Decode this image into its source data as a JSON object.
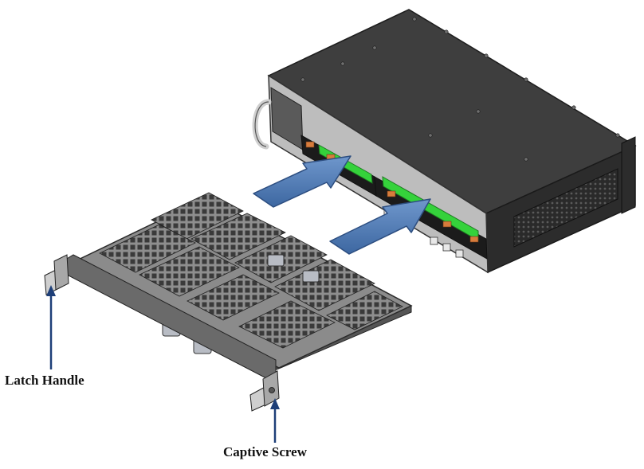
{
  "callouts": {
    "latch_handle": "Latch Handle",
    "captive_screw": "Captive Screw"
  },
  "colors": {
    "chassis_top": "#3b3b3b",
    "chassis_side": "#2b2b2b",
    "board_green": "#33d13a",
    "insert_arrow": "#4a78b4",
    "callout_arrow": "#1e3f78",
    "card_plate": "#8a8a8a",
    "background": "#ffffff"
  },
  "icons": [
    "insert-arrow",
    "callout-arrow"
  ]
}
